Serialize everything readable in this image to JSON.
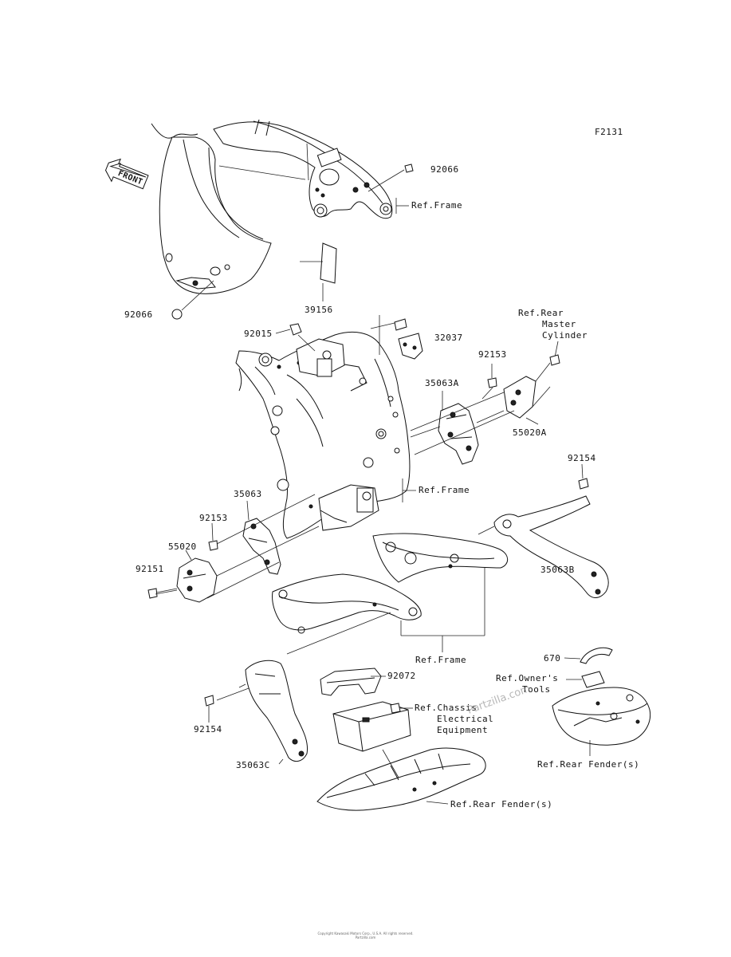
{
  "figure_code": "F2131",
  "front_arrow_label": "FRONT",
  "watermark": "Partzilla.com",
  "labels": {
    "p92066_top": "92066",
    "ref_frame_top": "Ref.Frame",
    "p39156": "39156",
    "p92066_left": "92066",
    "p92015": "92015",
    "p32037": "32037",
    "ref_rear_master_1": "Ref.Rear",
    "ref_rear_master_2": "Master",
    "ref_rear_master_3": "Cylinder",
    "p92153_top": "92153",
    "p35063A": "35063A",
    "p55020A": "55020A",
    "p92154_right": "92154",
    "ref_frame_mid": "Ref.Frame",
    "p35063": "35063",
    "p92153_left": "92153",
    "p55020": "55020",
    "p92151": "92151",
    "p35063B": "35063B",
    "ref_frame_low": "Ref.Frame",
    "p670": "670",
    "ref_owners_1": "Ref.Owner's",
    "ref_owners_2": "Tools",
    "p92072": "92072",
    "ref_chassis_1": "Ref.Chassis",
    "ref_chassis_2": "Electrical",
    "ref_chassis_3": "Equipment",
    "p92154_left": "92154",
    "p35063C": "35063C",
    "ref_rear_fender_right": "Ref.Rear Fender(s)",
    "ref_rear_fender_bottom": "Ref.Rear Fender(s)"
  },
  "footer": {
    "line1": "Copyright Kawasaki Motors Corp., U.S.A. All rights reserved.",
    "line2": "Partzilla.com"
  }
}
